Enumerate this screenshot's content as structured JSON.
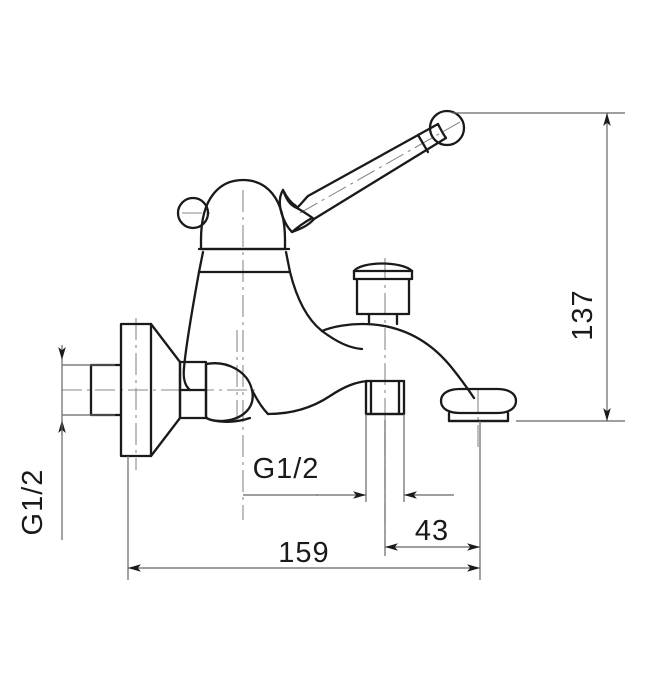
{
  "drawing": {
    "title": "Bath Shower Mixer Tap Technical Dimension Drawing",
    "type": "engineering-line-drawing",
    "view": "side elevation section",
    "units": "mm",
    "background_color": "#ffffff",
    "outline_color": "#1a1a1a",
    "dimension_color": "#666666",
    "centerline_color": "#8a8a8a"
  },
  "dimensions": {
    "height_137": {
      "label": "137",
      "value": 137,
      "orientation": "vertical",
      "position": "right",
      "from": "lever handle ball tip top",
      "to": "spout outlet bottom"
    },
    "length_159": {
      "label": "159",
      "value": 159,
      "orientation": "horizontal",
      "position": "bottom",
      "from": "wall inlet face",
      "to": "spout outlet end"
    },
    "length_43": {
      "label": "43",
      "value": 43,
      "orientation": "horizontal",
      "position": "bottom",
      "from": "shank centre",
      "to": "spout outlet end"
    },
    "thread_inlet_vertical": {
      "label": "G1/2",
      "orientation": "vertical-rotated",
      "position": "left",
      "note": "wall inlet connection thread size"
    },
    "thread_shank_horizontal": {
      "label": "G1/2",
      "orientation": "horizontal",
      "position": "bottom-centre",
      "note": "lower shank connection thread size"
    }
  },
  "components": {
    "lever_handle": "lever-handle",
    "handle_ball_tip": "handle-ball-tip",
    "dome_cap": "dome-cap",
    "cap_indicator_button": "cap-indicator-button",
    "body": "mixer-body",
    "diverter_button": "diverter-button",
    "spout": "spout",
    "spout_outlet": "spout-outlet",
    "wall_flange": "wall-flange",
    "inlet_nipple": "inlet-nipple",
    "union_nut": "union-nut",
    "elbow_cap": "elbow-cap",
    "lower_shank": "lower-shank"
  }
}
